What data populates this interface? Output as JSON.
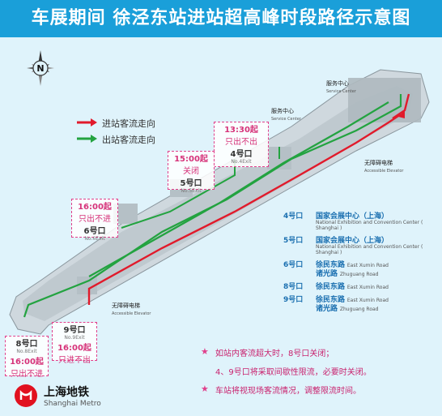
{
  "title": "车展期间 徐泾东站进站超高峰时段路径示意图",
  "compass_label": "N",
  "legend": [
    {
      "label": "进站客流走向",
      "color": "#e11a2b"
    },
    {
      "label": "出站客流走向",
      "color": "#23a340"
    }
  ],
  "service_center_top": {
    "cn": "服务中心",
    "en": "Service Center"
  },
  "service_center_mid": {
    "cn": "服务中心",
    "en": "Service Center"
  },
  "elevators": [
    {
      "cn": "无障碍电梯",
      "en": "Accessible Elevator"
    },
    {
      "cn": "无障碍电梯",
      "en": "Accessible Elevator"
    }
  ],
  "boxes": {
    "exit4": {
      "time": "13:30起",
      "status": "只出不出",
      "exit": "4号口",
      "exit_en": "No.4Exit"
    },
    "exit5": {
      "time": "15:00起",
      "status": "关闭",
      "exit": "5号口",
      "exit_en": "No.5Exit"
    },
    "exit6": {
      "time": "16:00起",
      "status": "只出不进",
      "exit": "6号口",
      "exit_en": "No.6Exit"
    },
    "exit9": {
      "exit": "9号口",
      "exit_en": "No.9Exit",
      "time": "16:00起",
      "status": "只进不出"
    },
    "exit8": {
      "exit": "8号口",
      "exit_en": "No.8Exit",
      "time": "16:00起",
      "status": "只出不进"
    }
  },
  "exit_list": [
    {
      "gate": "4号口",
      "cn": "国家会展中心（上海）",
      "en": "National Exhibition and Convention Center ( Shanghai )"
    },
    {
      "gate": "5号口",
      "cn": "国家会展中心（上海）",
      "en": "National Exhibition and Convention Center ( Shanghai )"
    },
    {
      "gate": "6号口",
      "cn": "徐民东路",
      "en": "East Xumin Road",
      "cn2": "诸光路",
      "en2": "Zhuguang Road"
    },
    {
      "gate": "8号口",
      "cn": "徐民东路",
      "en": "East Xumin Road"
    },
    {
      "gate": "9号口",
      "cn": "徐民东路",
      "en": "East Xumin Road",
      "cn2": "诸光路",
      "en2": "Zhuguang Road"
    }
  ],
  "notes": [
    "如站内客流超大时，8号口关闭；",
    "4、9号口将采取间歇性限流，必要时关闭。",
    "车站将视现场客流情况，调整限流时间。"
  ],
  "logo": {
    "cn": "上海地铁",
    "en": "Shanghai Metro"
  }
}
